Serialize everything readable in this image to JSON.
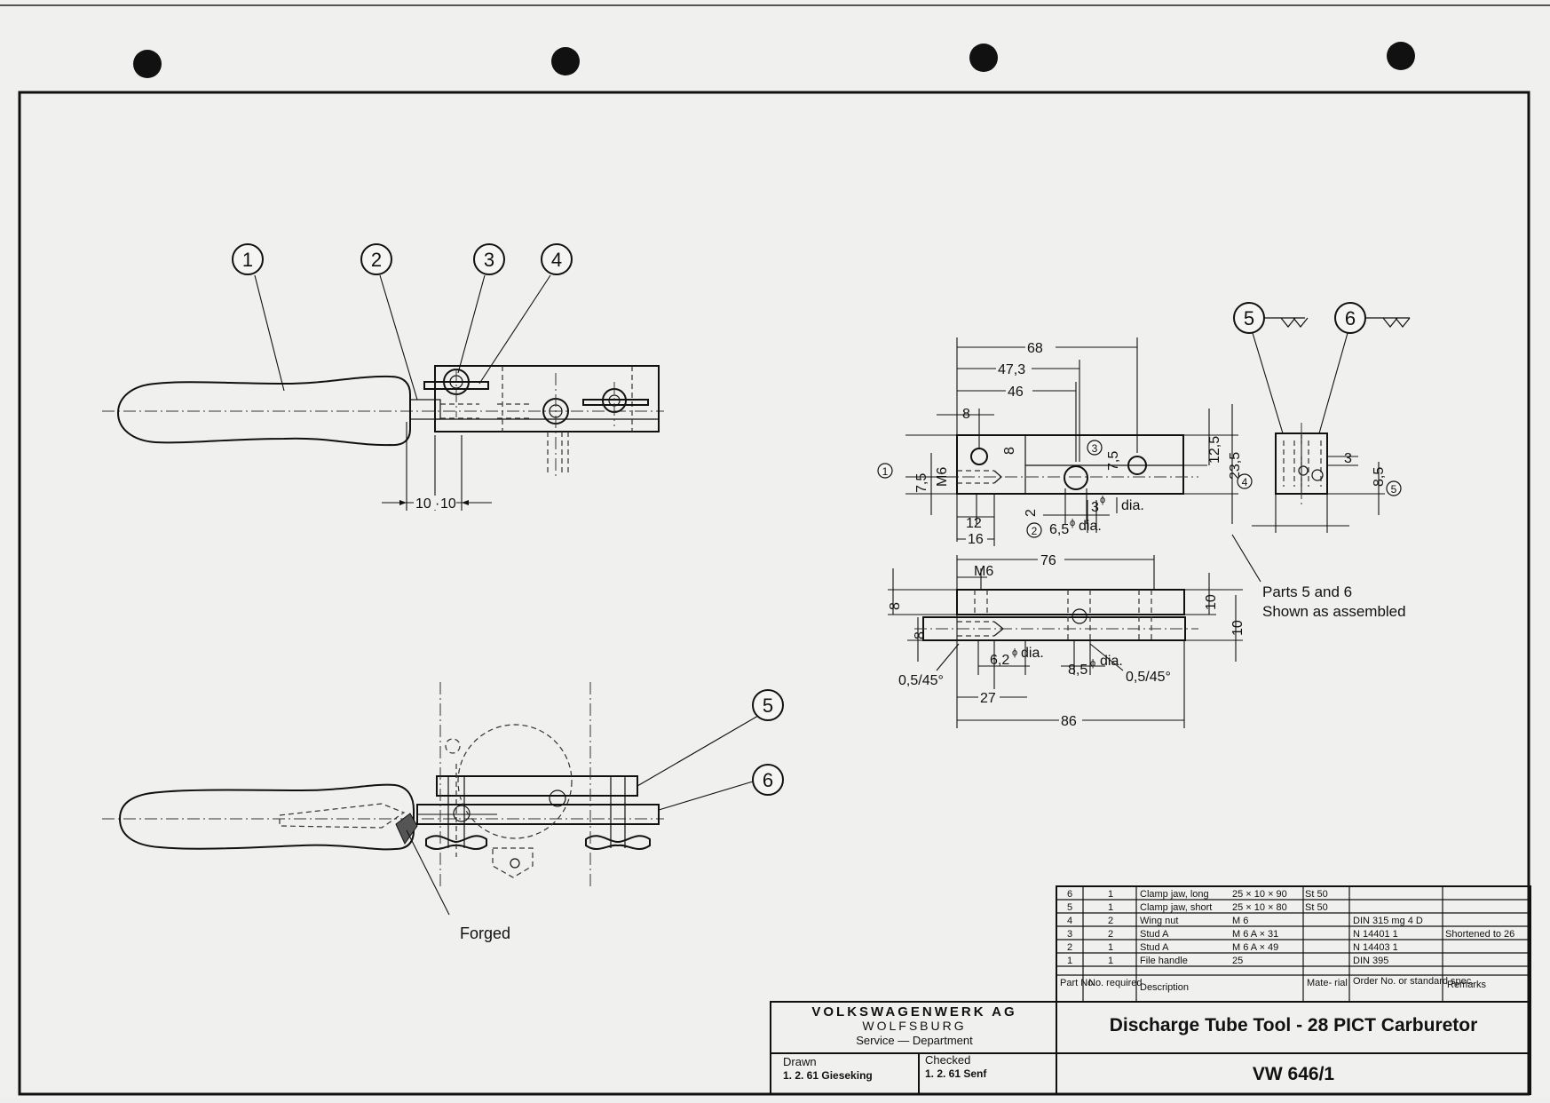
{
  "drawing": {
    "balloons": [
      "1",
      "2",
      "3",
      "4",
      "5",
      "6"
    ],
    "callout_forged": "Forged",
    "callout_parts_line1": "Parts 5 and 6",
    "callout_parts_line2": "Shown as assembled",
    "dims_top": {
      "d68": "68",
      "d47": "47,3",
      "d46": "46",
      "d8a": "8",
      "d8b": "8",
      "m6": "M6",
      "d75a": "7,5",
      "d75b": "7,5",
      "d125": "12,5",
      "d235": "23,5",
      "d12": "12",
      "d16": "16",
      "d2": "2",
      "d65": "6,5",
      "d3": "3",
      "dia1": "dia.",
      "dia2": "dia."
    },
    "dims_side": {
      "d3": "3",
      "d85": "8,5"
    },
    "dims_bottom": {
      "d76": "76",
      "m6": "M6",
      "d8a": "8",
      "d8b": "8",
      "d10a": "10",
      "d10b": "10",
      "d62": "6,2",
      "dia1": "dia.",
      "d85": "8,5",
      "dia2": "dia.",
      "ch1": "0,5/45°",
      "ch2": "0,5/45°",
      "d27": "27",
      "d86": "86"
    },
    "dims_assembly": {
      "d10a": "10",
      "d10b": "10"
    }
  },
  "parts_list": {
    "headers": {
      "part_no": "Part No.",
      "no_required": "No. required",
      "description": "Description",
      "material": "Mate- rial",
      "order_no": "Order No. or standard spec.",
      "remarks": "Remarks"
    },
    "rows": [
      {
        "part": "6",
        "qty": "1",
        "desc": "Clamp jaw, long",
        "size": "25 × 10 × 90",
        "mat": "St 50",
        "order": "",
        "remarks": ""
      },
      {
        "part": "5",
        "qty": "1",
        "desc": "Clamp jaw, short",
        "size": "25 × 10 × 80",
        "mat": "St 50",
        "order": "",
        "remarks": ""
      },
      {
        "part": "4",
        "qty": "2",
        "desc": "Wing nut",
        "size": "M 6",
        "mat": "",
        "order": "DIN 315 mg 4 D",
        "remarks": ""
      },
      {
        "part": "3",
        "qty": "2",
        "desc": "Stud A",
        "size": "M 6 A × 31",
        "mat": "",
        "order": "N 14401 1",
        "remarks": "Shortened to 26"
      },
      {
        "part": "2",
        "qty": "1",
        "desc": "Stud A",
        "size": "M 6 A × 49",
        "mat": "",
        "order": "N 14403 1",
        "remarks": ""
      },
      {
        "part": "1",
        "qty": "1",
        "desc": "File handle",
        "size": "25",
        "mat": "",
        "order": "DIN 395",
        "remarks": ""
      }
    ]
  },
  "title_block": {
    "company": "VOLKSWAGENWERK AG",
    "city": "WOLFSBURG",
    "department": "Service — Department",
    "drawn_label": "Drawn",
    "drawn_value": "1. 2. 61 Gieseking",
    "checked_label": "Checked",
    "checked_value": "1. 2. 61 Senf",
    "title": "Discharge Tube Tool - 28 PICT Carburetor",
    "number": "VW 646/1"
  }
}
